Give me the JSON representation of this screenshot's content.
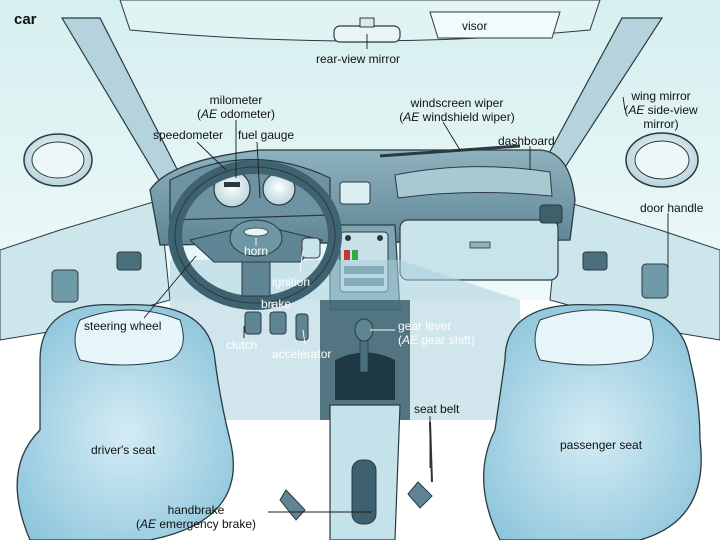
{
  "title": "car",
  "labels": {
    "visor": "visor",
    "rear_view_mirror": "rear-view mirror",
    "milometer": "milometer",
    "milometer_ae_prefix": "AE",
    "milometer_ae_term": "odometer",
    "speedometer": "speedometer",
    "fuel_gauge": "fuel gauge",
    "windscreen_wiper": "windscreen wiper",
    "windscreen_wiper_ae_prefix": "AE",
    "windscreen_wiper_ae_term": "windshield wiper",
    "dashboard": "dashboard",
    "wing_mirror": "wing mirror",
    "wing_mirror_ae_prefix": "AE",
    "wing_mirror_ae_term_1": "side-view",
    "wing_mirror_ae_term_2": "mirror",
    "door_handle": "door handle",
    "horn": "horn",
    "ignition": "ignition",
    "brake": "brake",
    "steering_wheel": "steering wheel",
    "clutch": "clutch",
    "accelerator": "accelerator",
    "gear_lever": "gear lever",
    "gear_lever_ae_prefix": "AE",
    "gear_lever_ae_term": "gear shift",
    "seat_belt": "seat belt",
    "drivers_seat": "driver's seat",
    "passenger_seat": "passenger seat",
    "handbrake": "handbrake",
    "handbrake_ae_prefix": "AE",
    "handbrake_ae_term": "emergency brake"
  }
}
